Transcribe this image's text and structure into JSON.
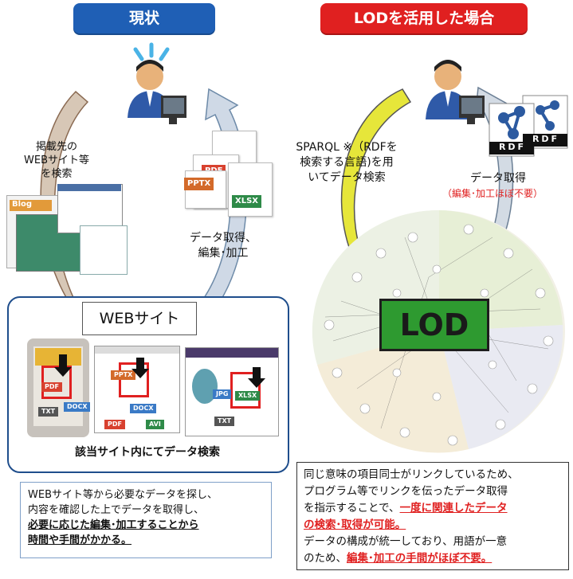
{
  "left": {
    "header": "現状",
    "search_caption": [
      "掲載先の",
      "WEBサイト等",
      "を検索"
    ],
    "acquire_caption": [
      "データ取得、",
      "編集･加工"
    ],
    "website_label": "WEBサイト",
    "search_in_site": "該当サイト内にてデータ検索",
    "files": {
      "pdf": "PDF",
      "pptx": "PPTX",
      "xlsx": "XLSX"
    },
    "screen_tags": [
      "PDF",
      "TXT",
      "DOCX",
      "PPTX",
      "DOCX",
      "PDF",
      "AVI",
      "JPG",
      "XLSX",
      "TXT"
    ],
    "blog_label": "Blog",
    "note": {
      "line1": "WEBサイト等から必要なデータを探し、",
      "line2": "内容を確認した上でデータを取得し、",
      "line3": "必要に応じた編集･加工することから",
      "line4": "時間や手間がかかる。"
    }
  },
  "right": {
    "header": "LODを活用した場合",
    "sparql_caption": [
      "SPARQL ※（RDFを",
      "検索する言語)を用",
      "いてデータ検索"
    ],
    "acquire": "データ取得",
    "acquire_note": "（編集･加工ほぼ不要）",
    "rdf_labels": [
      "RDF",
      "RDF"
    ],
    "lod_label": "LOD",
    "note": {
      "line1": "同じ意味の項目同士がリンクしているため、",
      "line2": "プログラム等でリンクを伝ったデータ取得",
      "line3a": "を指示することで、",
      "line3b": "一度に関連したデータ",
      "line4": "の検索･取得が可能。",
      "line5": "データの構成が統一しており、用語が一意",
      "line6a": "のため、",
      "line6b": "編集･加工の手間がほぼ不要。"
    }
  },
  "colors": {
    "blue": "#1f5fb5",
    "red": "#e02020",
    "green": "#2e9a30",
    "yellow": "#d8dc28"
  }
}
